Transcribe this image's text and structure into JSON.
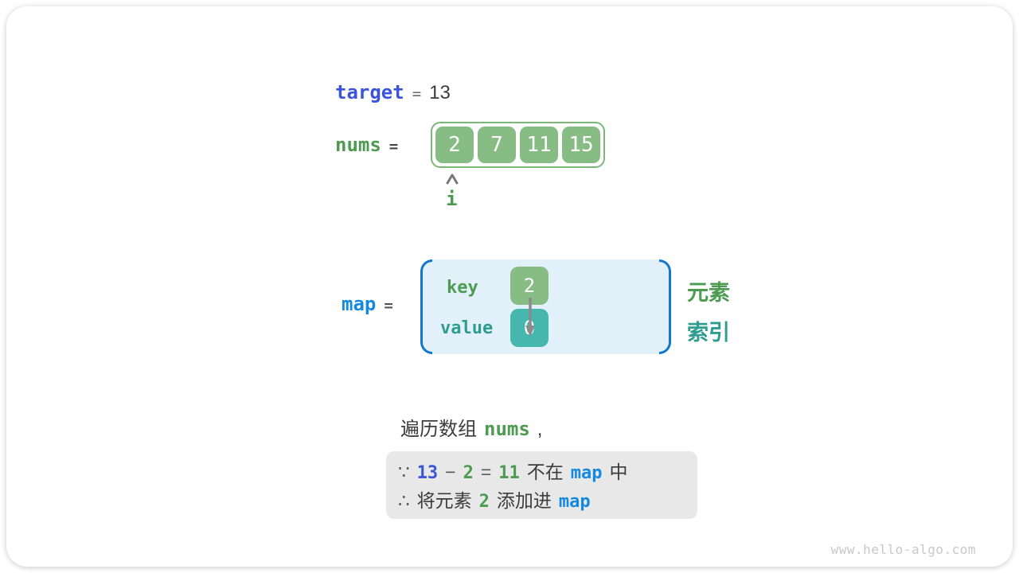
{
  "colors": {
    "royal_blue": "#3B54DB",
    "bright_blue": "#1589E0",
    "green": "#4D9B51",
    "green_cell": "#87BD84",
    "teal": "#2F9C90",
    "teal_cell": "#45B7AD",
    "panel_bg": "#E2F0FA",
    "bracket_blue": "#1377CE",
    "note_bg": "#E8E8E8",
    "text_dark": "#3C3C3C"
  },
  "variables": {
    "target": {
      "name": "target",
      "eq": "=",
      "value": "13"
    },
    "nums": {
      "name": "nums",
      "eq": "=",
      "cells": [
        "2",
        "7",
        "11",
        "15"
      ],
      "index_pointer": "i"
    },
    "map": {
      "name": "map",
      "eq": "=",
      "key_label": "key",
      "value_label": "value",
      "entry": {
        "key": "2",
        "value": "0"
      },
      "legend": {
        "key": "元素",
        "value": "索引"
      }
    }
  },
  "caption": {
    "text_before": "遍历数组",
    "code": "nums",
    "text_after": ","
  },
  "note": {
    "line1": {
      "symbol": "∵",
      "target": "13",
      "minus": "−",
      "element": "2",
      "eq": "=",
      "difference": "11",
      "text_mid": "不在",
      "map": "map",
      "text_end": "中"
    },
    "line2": {
      "symbol": "∴",
      "text_before": "将元素",
      "element": "2",
      "text_mid": "添加进",
      "map": "map"
    }
  },
  "footer": {
    "url": "www.hello-algo.com"
  }
}
